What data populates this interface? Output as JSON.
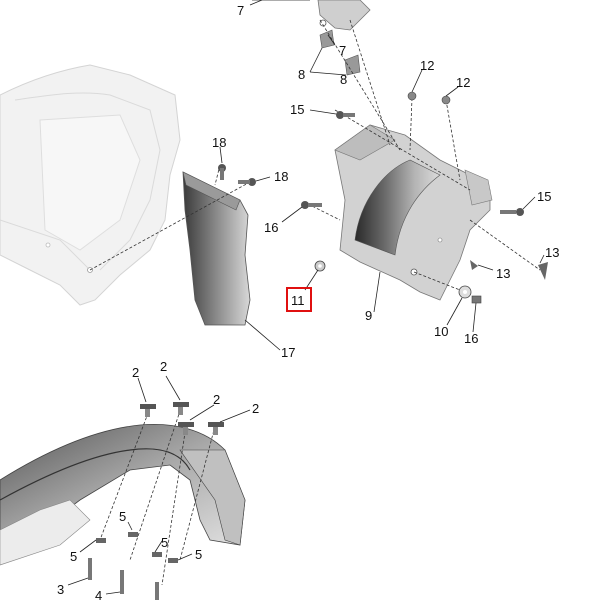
{
  "diagram": {
    "colors": {
      "part_light": "#e6e6e6",
      "part_mid": "#b9b9b9",
      "part_dark": "#3a3a3a",
      "frame_ghost": "#f2f2f2",
      "highlight_box": "#e01010"
    },
    "callouts": {
      "c7a": "7",
      "c7b": "7",
      "c8a": "8",
      "c8b": "8",
      "c12a": "12",
      "c12b": "12",
      "c15a": "15",
      "c15b": "15",
      "c18a": "18",
      "c18b": "18",
      "c16a": "16",
      "c16b": "16",
      "c13a": "13",
      "c13b": "13",
      "c9": "9",
      "c10": "10",
      "c11": "11",
      "c17": "17",
      "c2a": "2",
      "c2b": "2",
      "c2c": "2",
      "c2d": "2",
      "c5a": "5",
      "c5b": "5",
      "c5c": "5",
      "c3": "3",
      "c4": "4"
    },
    "highlighted_callout": "11"
  }
}
